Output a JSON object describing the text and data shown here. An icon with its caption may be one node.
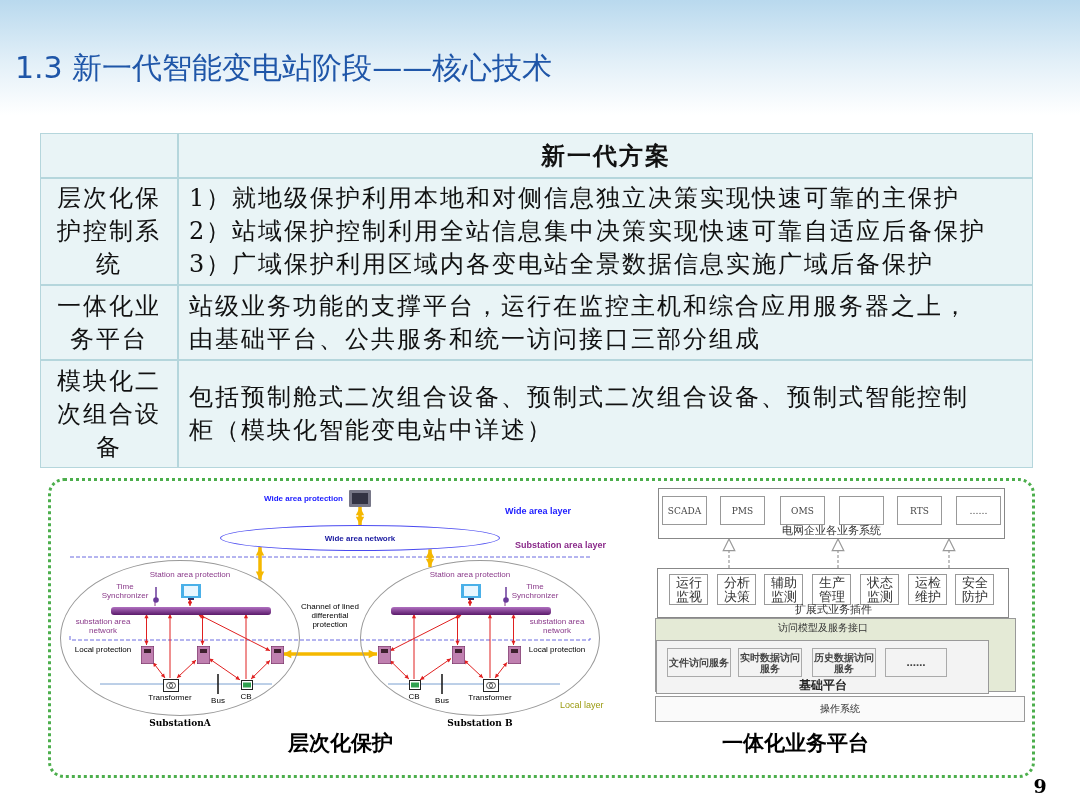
{
  "diagram": {
    "title": "1.3 新一代智能变电站阶段——核心技术",
    "nodes": [
      {
        "text": [],
        "shape": "picture",
        "beside": [
          "Wide area protection"
        ]
      },
      {
        "text": [
          "Wide area network"
        ]
      },
      {
        "text": [],
        "shape": "circle",
        "beside": [
          "SubstationA"
        ]
      },
      {
        "text": [],
        "shape": "picture",
        "in": 2,
        "beside": [
          "Station area protection"
        ]
      },
      {
        "text": [],
        "shape": "picture",
        "in": 2,
        "beside": [
          "Time Synchronizer"
        ]
      },
      {
        "text": [],
        "shape": "bar",
        "in": 2,
        "beside": [
          "substation area network"
        ]
      },
      {
        "text": [],
        "shape": "picture",
        "in": 2,
        "beside": [
          "Local protection"
        ]
      },
      {
        "text": [],
        "shape": "picture",
        "in": 2
      },
      {
        "text": [],
        "shape": "picture",
        "in": 2
      },
      {
        "text": [],
        "shape": "picture",
        "in": 2,
        "beside": [
          "Transformer"
        ]
      },
      {
        "text": [],
        "shape": "picture",
        "in": 2,
        "beside": [
          "CB"
        ]
      },
      {
        "text": [],
        "shape": "circle",
        "beside": [
          "Substation B"
        ]
      },
      {
        "text": [],
        "shape": "picture",
        "in": 11,
        "beside": [
          "Station area protection"
        ]
      },
      {
        "text": [],
        "shape": "picture",
        "in": 11,
        "beside": [
          "Time Synchronizer"
        ]
      },
      {
        "text": [],
        "shape": "bar",
        "in": 11,
        "beside": [
          "substation area network"
        ]
      },
      {
        "text": [],
        "shape": "picture",
        "in": 11
      },
      {
        "text": [],
        "shape": "picture",
        "in": 11
      },
      {
        "text": [],
        "shape": "picture",
        "in": 11,
        "beside": [
          "Local protection"
        ]
      },
      {
        "text": [],
        "shape": "picture",
        "in": 11,
        "beside": [
          "CB"
        ]
      },
      {
        "text": [],
        "shape": "picture",
        "in": 11,
        "beside": [
          "Transformer"
        ]
      },
      {
        "text": [
          "电网企业各业务系统"
        ]
      },
      {
        "text": [
          "SCADA"
        ],
        "in": 20
      },
      {
        "text": [
          "PMS"
        ],
        "in": 20
      },
      {
        "text": [
          "OMS"
        ],
        "in": 20
      },
      {
        "text": [],
        "shape": "box",
        "in": 20
      },
      {
        "text": [
          "RTS"
        ],
        "in": 20
      },
      {
        "text": [
          "……"
        ],
        "in": 20
      },
      {
        "text": [
          "扩展式业务插件"
        ]
      },
      {
        "text": [
          "运行监视"
        ],
        "in": 27
      },
      {
        "text": [
          "分析决策"
        ],
        "in": 27
      },
      {
        "text": [
          "辅助监测"
        ],
        "in": 27
      },
      {
        "text": [
          "生产管理"
        ],
        "in": 27
      },
      {
        "text": [
          "状态监测"
        ],
        "in": 27
      },
      {
        "text": [
          "运检维护"
        ],
        "in": 27
      },
      {
        "text": [
          "安全防护"
        ],
        "in": 27
      },
      {
        "text": [
          "访问模型及服务接口"
        ]
      },
      {
        "text": [
          "基础平台"
        ],
        "in": 35
      },
      {
        "text": [
          "文件访问服务"
        ],
        "in": 36
      },
      {
        "text": [
          "实时数据访问服务"
        ],
        "in": 36
      },
      {
        "text": [
          "历史数据访问服务"
        ],
        "in": 36
      },
      {
        "text": [
          "……"
        ],
        "in": 36
      },
      {
        "text": [
          "操作系统"
        ]
      }
    ],
    "edges": [
      {
        "from": 0,
        "to": 1,
        "arrow": "both",
        "style": "thick",
        "color": "#f5b800"
      },
      {
        "from": 1,
        "to": 2,
        "arrow": "both",
        "style": "thick",
        "color": "#f5b800"
      },
      {
        "from": 1,
        "to": 11,
        "arrow": "both",
        "style": "thick",
        "color": "#f5b800"
      },
      {
        "from": 3,
        "to": 5,
        "arrow": "both"
      },
      {
        "from": 4,
        "to": 5,
        "arrow": "none",
        "color": "#8a3a8a"
      },
      {
        "from": 6,
        "to": 5,
        "arrow": "both"
      },
      {
        "from": 7,
        "to": 5,
        "arrow": "both"
      },
      {
        "from": 8,
        "to": 5,
        "arrow": "both"
      },
      {
        "from": 9,
        "to": 5,
        "arrow": "to"
      },
      {
        "from": 10,
        "to": 5,
        "arrow": "to"
      },
      {
        "from": 12,
        "to": 14,
        "arrow": "both"
      },
      {
        "from": 13,
        "to": 14,
        "arrow": "none",
        "color": "#8a3a8a"
      },
      {
        "from": 15,
        "to": 14,
        "arrow": "both"
      },
      {
        "from": 16,
        "to": 14,
        "arrow": "both"
      },
      {
        "from": 17,
        "to": 14,
        "arrow": "both"
      },
      {
        "from": 18,
        "to": 14,
        "arrow": "to"
      },
      {
        "from": 19,
        "to": 14,
        "arrow": "to"
      },
      {
        "from": 8,
        "to": 15,
        "arrow": "both",
        "style": "thick",
        "color": "#f5b800",
        "label": "Channel of lined differential protection"
      },
      {
        "from": 27,
        "to": 20,
        "arrow": "to",
        "style": "dashed",
        "color": "#999999"
      },
      {
        "from": 27,
        "to": 20,
        "arrow": "to",
        "style": "dashed",
        "color": "#999999"
      },
      {
        "from": 27,
        "to": 20,
        "arrow": "to",
        "style": "dashed",
        "color": "#999999"
      },
      {
        "from": 6,
        "to": 9,
        "arrow": "both"
      },
      {
        "from": 7,
        "to": 9,
        "arrow": "both"
      },
      {
        "from": 7,
        "to": 10,
        "arrow": "both"
      },
      {
        "from": 8,
        "to": 10,
        "arrow": "both"
      },
      {
        "from": 15,
        "to": 18,
        "arrow": "both"
      },
      {
        "from": 16,
        "to": 18,
        "arrow": "both"
      },
      {
        "from": 16,
        "to": 19,
        "arrow": "both"
      },
      {
        "from": 17,
        "to": 19,
        "arrow": "both"
      }
    ],
    "labels": [
      "新一代方案",
      "层次化保护控制系统",
      "1）就地级保护利用本地和对侧信息独立决策实现快速可靠的主保护",
      "2）站域保护控制利用全站信息集中决策实现快速可靠自适应后备保护",
      "3）广域保护利用区域内各变电站全景数据信息实施广域后备保护",
      "一体化业务平台",
      "站级业务功能的支撑平台，运行在监控主机和综合应用服务器之上，由基础平台、公共服务和统一访问接口三部分组成",
      "模块化二次组合设备",
      "包括预制舱式二次组合设备、预制式二次组合设备、预制式智能控制柜（模块化智能变电站中详述）",
      "Wide area layer",
      "Substation area layer",
      "Local layer",
      "Bus",
      "Bus",
      "层次化保护",
      "一体化业务平台",
      "9"
    ]
  }
}
